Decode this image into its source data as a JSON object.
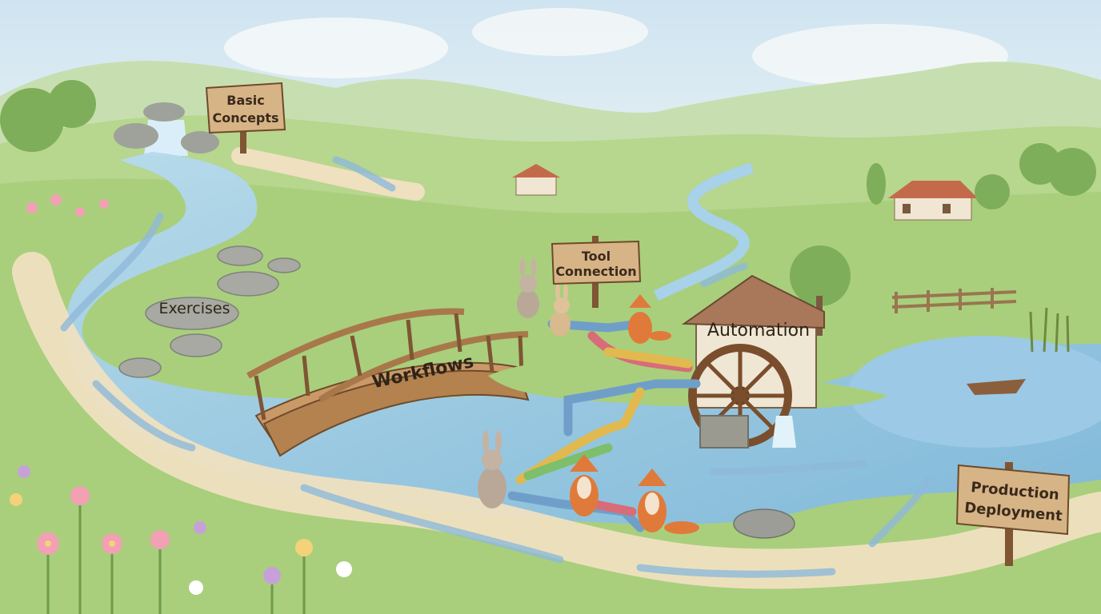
{
  "signs": {
    "basic_concepts": [
      "Basic",
      "Concepts"
    ],
    "tool_connection": [
      "Tool",
      "Connection"
    ],
    "exercises": "Exercises",
    "workflows": "Workflows",
    "automation": "Automation",
    "production_deployment": [
      "Production",
      "Deployment"
    ]
  },
  "colors": {
    "sky": "#dcecf4",
    "water": "#9cc9e6",
    "grass": "#b9d98a",
    "wood": "#c99a68",
    "path": "#efe0c0"
  }
}
